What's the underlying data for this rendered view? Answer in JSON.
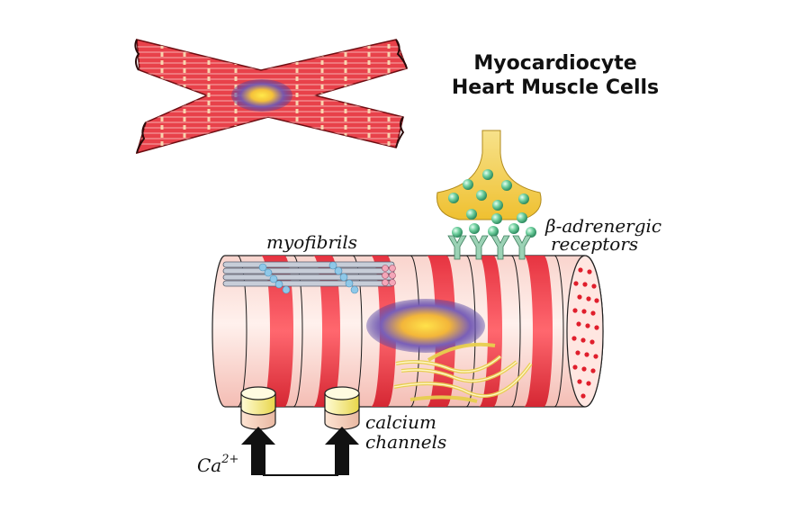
{
  "title": {
    "line1": "Myocardiocyte",
    "line2": "Heart Muscle Cells"
  },
  "labels": {
    "myofibrils": "myofibrils",
    "beta_line1": "β-adrenergic",
    "beta_line2": "receptors",
    "calcium_line1": "calcium",
    "calcium_line2": "channels",
    "ion": "Ca",
    "ion_charge": "2+"
  },
  "colors": {
    "muscle_red": "#e5323d",
    "muscle_pink": "#f7c6c0",
    "nucleus_purple": "#5a4aa8",
    "nucleus_yellow": "#f6d23a",
    "terminal_yellow": "#f3cc43",
    "receptor_green": "#6fc69a",
    "myofibril_blue": "#8fc8e8"
  }
}
